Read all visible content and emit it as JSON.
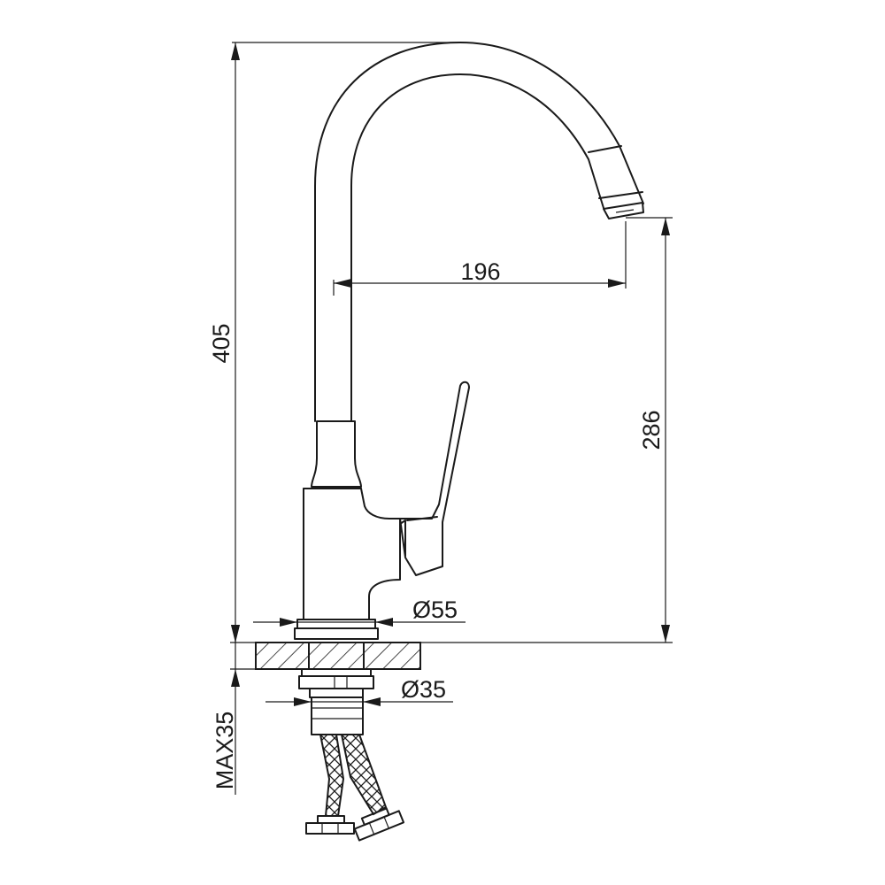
{
  "dimensions": {
    "total_height": "405",
    "spout_reach": "196",
    "spout_height": "286",
    "body_diameter": "Ø55",
    "shank_diameter": "Ø35",
    "max_deck_thickness": "MAX35"
  }
}
